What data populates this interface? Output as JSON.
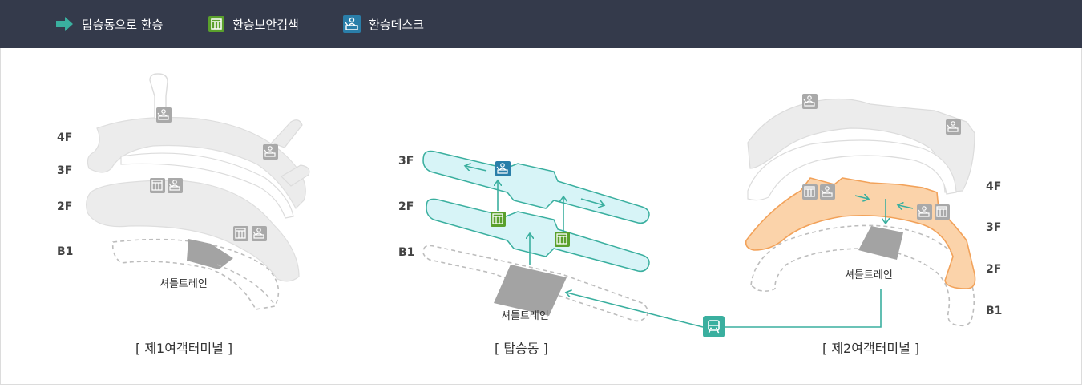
{
  "legend": {
    "transfer": "탑승동으로 환승",
    "security": "환승보안검색",
    "desk": "환승데스크"
  },
  "icons": {
    "arrow": "right-arrow-icon",
    "security": "security-gate-icon",
    "desk": "transfer-desk-icon",
    "train": "train-icon"
  },
  "colors": {
    "header_bg": "#343a4b",
    "accent_teal": "#3aaf9f",
    "security_green": "#5aa02c",
    "desk_blue": "#2a7ea9",
    "t2_highlight": "#fbd3aa",
    "concourse_fill": "#d7f4f7",
    "building_gray": "#ececec",
    "icon_gray": "#a9a9a9"
  },
  "terminal1": {
    "floors": [
      "4F",
      "3F",
      "2F",
      "B1"
    ],
    "shuttle_label": "셔틀트레인",
    "title": "[ 제1여객터미널 ]"
  },
  "concourse": {
    "floors": [
      "3F",
      "2F",
      "B1"
    ],
    "shuttle_label": "셔틀트레인",
    "title": "[ 탑승동 ]"
  },
  "terminal2": {
    "floors": [
      "4F",
      "3F",
      "2F",
      "B1"
    ],
    "shuttle_label": "셔틀트레인",
    "title": "[ 제2여객터미널 ]"
  }
}
